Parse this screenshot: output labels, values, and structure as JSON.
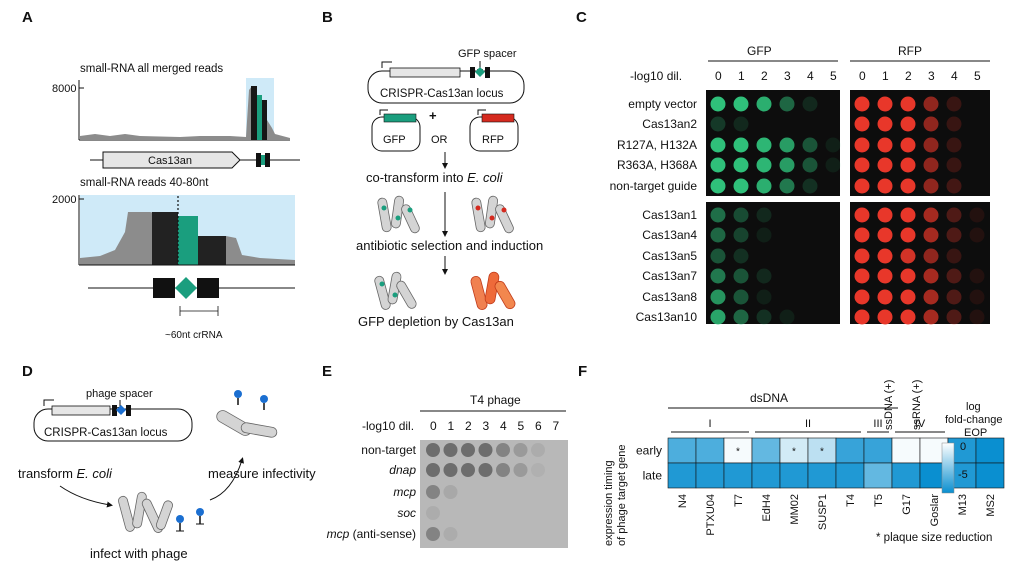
{
  "panels": {
    "A": {
      "label": "A",
      "top_title": "small-RNA all merged reads",
      "top_ytick": "8000",
      "gene_label": "Cas13an",
      "bottom_title": "small-RNA reads 40-80nt",
      "bottom_ytick": "2000",
      "crRNA_label": "~60nt crRNA"
    },
    "B": {
      "label": "B",
      "spacer_label": "GFP spacer",
      "locus_label": "CRISPR-Cas13an locus",
      "plus": "+",
      "gfp": "GFP",
      "or": "OR",
      "rfp": "RFP",
      "step1_prefix": "co-transform into ",
      "step1_italic": "E. coli",
      "step2": "antibiotic selection and induction",
      "step3": "GFP depletion by Cas13an"
    },
    "C": {
      "label": "C",
      "gfp_header": "GFP",
      "rfp_header": "RFP",
      "dil_label": "-log10 dil.",
      "dilutions": [
        "0",
        "1",
        "2",
        "3",
        "4",
        "5"
      ],
      "group1": [
        "empty vector",
        "Cas13an2",
        "R127A, H132A",
        "R363A, H368A",
        "non-target guide"
      ],
      "group2": [
        "Cas13an1",
        "Cas13an4",
        "Cas13an5",
        "Cas13an7",
        "Cas13an8",
        "Cas13an10"
      ],
      "colors": {
        "gfp": "#2fc07a",
        "rfp": "#e8372a",
        "plate": "#0d0d0d"
      }
    },
    "D": {
      "label": "D",
      "spacer_label": "phage spacer",
      "locus_label": "CRISPR-Cas13an locus",
      "transform_prefix": "transform ",
      "transform_italic": "E. coli",
      "measure": "measure infectivity",
      "infect": "infect with phage"
    },
    "E": {
      "label": "E",
      "header": "T4 phage",
      "dil_label": "-log10 dil.",
      "dilutions": [
        "0",
        "1",
        "2",
        "3",
        "4",
        "5",
        "6",
        "7"
      ],
      "rows": [
        {
          "name": "non-target",
          "italic": "",
          "suffix": ""
        },
        {
          "name": "",
          "italic": "dnap",
          "suffix": ""
        },
        {
          "name": "",
          "italic": "mcp",
          "suffix": ""
        },
        {
          "name": "",
          "italic": "soc",
          "suffix": ""
        },
        {
          "name": "",
          "italic": "mcp",
          "suffix": " (anti-sense)"
        }
      ]
    },
    "F": {
      "label": "F",
      "yaxis_line1": "expression timing",
      "yaxis_line2": "of phage target gene",
      "dsdna": "dsDNA",
      "groups": [
        "I",
        "II",
        "III",
        "IV"
      ],
      "ssdna": "ssDNA (+)",
      "ssrna": "ssRNA (+)",
      "rows": [
        "early",
        "late"
      ],
      "phages": [
        "N4",
        "PTXU04",
        "T7",
        "EdH4",
        "MM02",
        "SUSP1",
        "T4",
        "T5",
        "G17",
        "Goslar",
        "M13",
        "MS2"
      ],
      "legend_title": [
        "log",
        "fold-change",
        "EOP"
      ],
      "legend_ticks": [
        "0",
        "-5"
      ],
      "footnote": "* plaque size reduction",
      "colors": {
        "low": "#ffffff",
        "high": "#0a8fd0"
      }
    }
  },
  "chart_data": {
    "type": "heatmap",
    "rows": [
      "early",
      "late"
    ],
    "columns": [
      "N4",
      "PTXU04",
      "T7",
      "EdH4",
      "MM02",
      "SUSP1",
      "T4",
      "T5",
      "G17",
      "Goslar",
      "M13",
      "MS2"
    ],
    "values": [
      [
        -4.0,
        -4.0,
        -0.2,
        -3.5,
        -1.0,
        -1.5,
        -4.5,
        -4.5,
        -0.2,
        -0.2,
        -5.0,
        -5.5
      ],
      [
        -5.0,
        -5.0,
        -5.0,
        -5.0,
        -5.0,
        -5.0,
        -5.0,
        -3.5,
        -5.0,
        -5.5,
        -5.0,
        -5.5
      ]
    ],
    "plaque_size_reduction": [
      [
        0,
        2
      ],
      [
        0,
        4
      ],
      [
        0,
        5
      ]
    ],
    "scale": [
      0,
      -5
    ]
  }
}
